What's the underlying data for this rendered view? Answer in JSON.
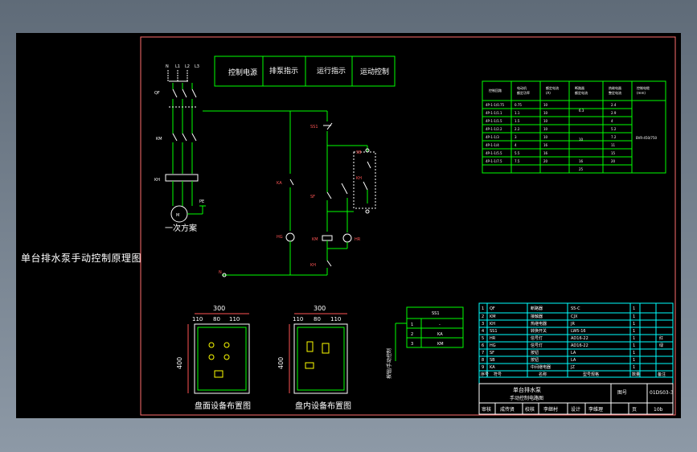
{
  "side_title": "单台排水泵手动控制原理图",
  "labels": {
    "header_boxes": [
      "控制电源",
      "排泵指示",
      "运行指示",
      "运动控制"
    ],
    "phases": [
      "N",
      "L1",
      "L2",
      "L3"
    ],
    "primary_scheme": "一次方案",
    "dim_width": "300",
    "dim_height": "400",
    "dim_parts": [
      "110",
      "80",
      "110"
    ],
    "panel_face_caption": "盘面设备布置图",
    "panel_inner_caption": "盘内设备布置图",
    "control_mode_caption": "按钮/手动控制",
    "tb_title1": "单台排水泵",
    "tb_title2": "手动控制电路图",
    "tb_drawing_no_label": "图号",
    "tb_drawing_no": "01DS03-3",
    "tb_page": "10b",
    "tb_bottom": [
      "审核",
      "成传贤",
      "校核",
      "李继村",
      "设计",
      "李维理",
      "页"
    ]
  }
}
